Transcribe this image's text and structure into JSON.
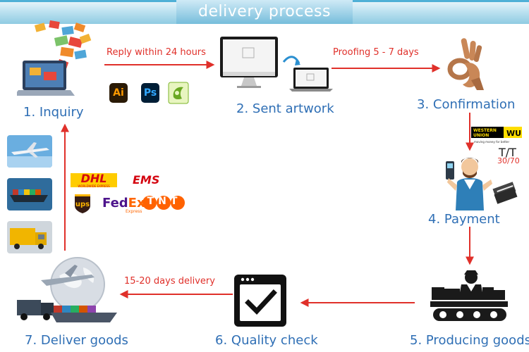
{
  "title": "delivery process",
  "steps": {
    "s1": "1. Inquiry",
    "s2": "2. Sent artwork",
    "s3": "3. Confirmation",
    "s4": "4. Payment",
    "s5": "5. Producing goods",
    "s6": "6. Quality check",
    "s7": "7. Deliver goods"
  },
  "arrows": {
    "a12": "Reply  within  24  hours",
    "a23": "Proofing 5 - 7 days",
    "a76": "15-20 days delivery"
  },
  "software": {
    "ai": "Ai",
    "ps": "Ps"
  },
  "payment": {
    "wu_logo_line1": "WESTERN",
    "wu_logo_line2": "UNION",
    "wu_logo_mark": "WU",
    "wu_tagline": "moving money for better",
    "tt": "T/T",
    "ratio": "30/70"
  },
  "carriers": {
    "dhl": "DHL",
    "dhl_sub": "WORLDWIDE EXPRESS",
    "ems": "EMS",
    "ups": "ups",
    "fedex_fed": "Fed",
    "fedex_ex": "Ex",
    "fedex_sub": "Express",
    "tnt": "TNT"
  },
  "colors": {
    "step_text": "#2f6fb5",
    "arrow": "#e0302a",
    "banner": "#8fcbe2",
    "dhl": "#d40511",
    "dhl_bg": "#ffcc00",
    "fedex_purple": "#4d148c",
    "fedex_orange": "#ff6600",
    "ups_brown": "#351c15",
    "tnt_orange": "#ff6200"
  },
  "icons": [
    "laptop-with-envelopes-icon",
    "imac-artwork-icon",
    "ok-hand-icon",
    "western-union-logo",
    "cashier-man-icon",
    "factory-conveyor-icon",
    "quality-check-icon",
    "globe-transport-icon",
    "airplane-thumbnail",
    "cargo-ship-thumbnail",
    "delivery-truck-thumbnail"
  ]
}
